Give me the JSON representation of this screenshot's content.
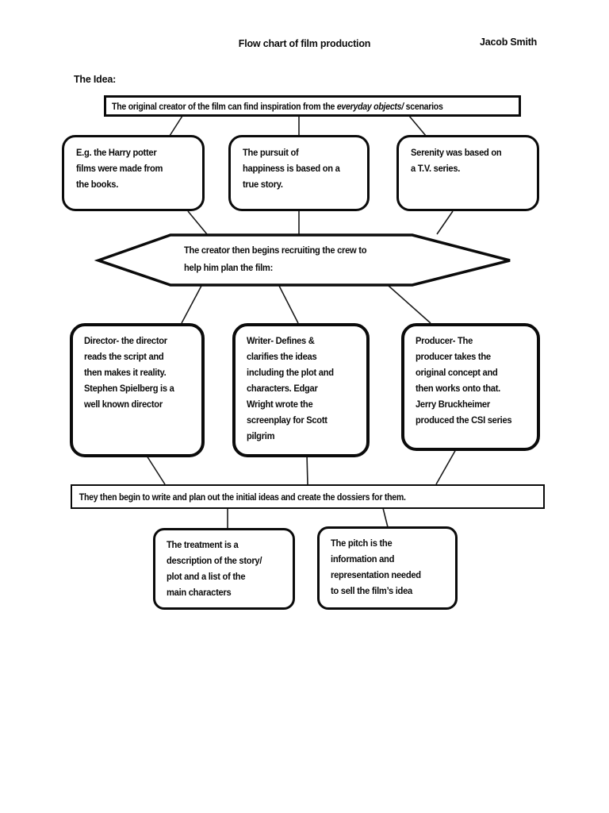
{
  "page": {
    "title": "Flow chart of film production",
    "author": "Jacob Smith",
    "section_label": "The Idea:"
  },
  "flowchart": {
    "inspiration": {
      "text_prefix": "The original creator of the film can find inspiration from the ",
      "text_italic": "everyday objects/",
      "text_suffix": " scenarios"
    },
    "examples": [
      {
        "id": "harry-potter",
        "text": "E.g. the Harry potter\nfilms were made from\nthe books."
      },
      {
        "id": "pursuit-of-happiness",
        "text": "The pursuit of\nhappiness is based on a\ntrue story."
      },
      {
        "id": "serenity",
        "text": "Serenity was based on\na T.V. series."
      }
    ],
    "recruiting": {
      "text": "The creator then begins recruiting the crew to\nhelp him plan the film:"
    },
    "crew": [
      {
        "id": "director",
        "text": "Director- the director\nreads the script and\nthen makes it reality.\nStephen Spielberg is a\nwell known director"
      },
      {
        "id": "writer",
        "text": "Writer- Defines &\nclarifies the ideas\nincluding the plot and\ncharacters. Edgar\nWright wrote the\nscreenplay for Scott\npilgrim"
      },
      {
        "id": "producer",
        "text": "Producer- The\nproducer takes the\noriginal concept and\nthen works onto that.\nJerry Bruckheimer\nproduced the CSI series"
      }
    ],
    "planning": {
      "text": "They then begin to write and plan out the initial ideas and create the dossiers for them."
    },
    "dossiers": [
      {
        "id": "treatment",
        "text": "The treatment is a\ndescription of the story/\nplot and a list of the\nmain characters"
      },
      {
        "id": "pitch",
        "text": "The pitch is the\ninformation and\nrepresentation needed\nto sell the film’s idea"
      }
    ],
    "colors": {
      "ink": "#000000",
      "background": "#ffffff"
    }
  }
}
